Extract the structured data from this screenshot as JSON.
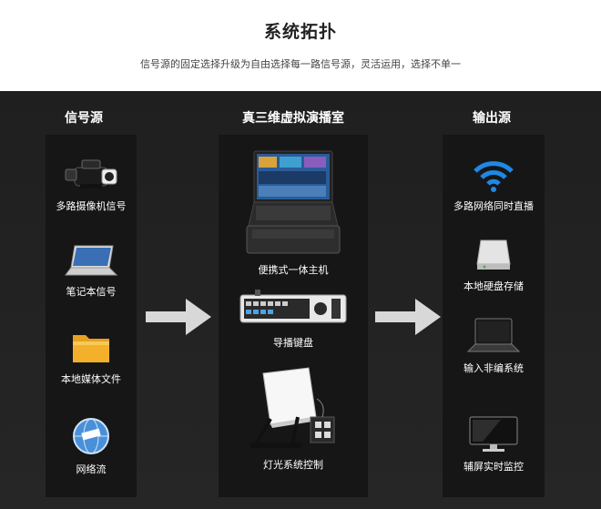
{
  "header": {
    "title": "系统拓扑",
    "subtitle": "信号源的固定选择升级为自由选择每一路信号源，灵活运用，选择不单一"
  },
  "columns": {
    "sources": {
      "title": "信号源",
      "items": [
        {
          "label": "多路摄像机信号",
          "icon": "video-camera-icon"
        },
        {
          "label": "笔记本信号",
          "icon": "laptop-icon"
        },
        {
          "label": "本地媒体文件",
          "icon": "folder-icon"
        },
        {
          "label": "网络流",
          "icon": "globe-icon"
        }
      ]
    },
    "studio": {
      "title": "真三维虚拟演播室",
      "items": [
        {
          "label": "便携式一体主机",
          "icon": "portable-workstation-icon"
        },
        {
          "label": "导播键盘",
          "icon": "control-keyboard-icon"
        },
        {
          "label": "灯光系统控制",
          "icon": "studio-light-icon"
        }
      ]
    },
    "outputs": {
      "title": "输出源",
      "items": [
        {
          "label": "多路网络同时直播",
          "icon": "wifi-icon"
        },
        {
          "label": "本地硬盘存储",
          "icon": "hard-drive-icon"
        },
        {
          "label": "输入非编系统",
          "icon": "laptop-icon"
        },
        {
          "label": "辅屏实时监控",
          "icon": "monitor-icon"
        }
      ]
    }
  },
  "colors": {
    "background": "#232323",
    "panel": "#161616",
    "arrow": "#d8d8d8",
    "wifi": "#1e88e5",
    "folder": "#f3b02a"
  }
}
